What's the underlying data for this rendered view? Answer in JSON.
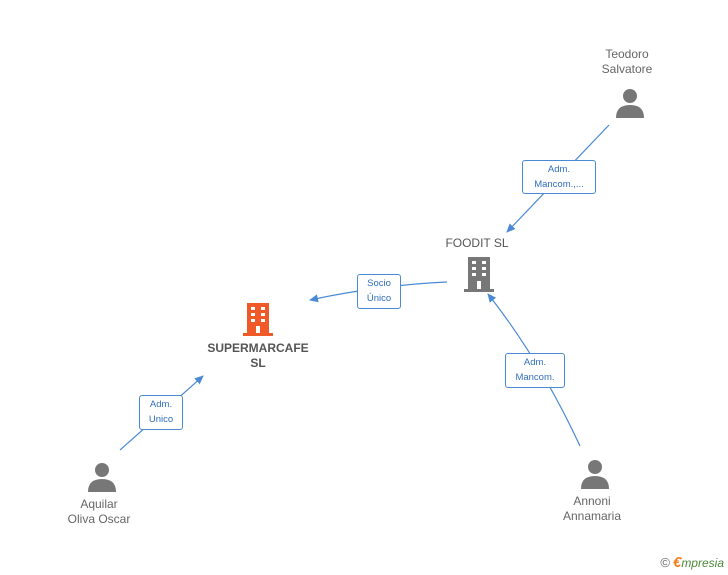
{
  "nodes": {
    "supermarcafe": {
      "label": "SUPERMARCAFE\nSL",
      "icon": "building-icon",
      "color": "#f05a28"
    },
    "foodit": {
      "label": "FOODIT SL",
      "icon": "building-icon",
      "color": "#777777"
    },
    "teodoro": {
      "label": "Teodoro\nSalvatore",
      "icon": "person-icon"
    },
    "aquilar": {
      "label": "Aquilar\nOliva Oscar",
      "icon": "person-icon"
    },
    "annoni": {
      "label": "Annoni\nAnnamaria",
      "icon": "person-icon"
    }
  },
  "edges": {
    "socio_unico": "Socio\nÚnico",
    "adm_mancom_teodoro": "Adm.\nMancom.,...",
    "adm_unico_aquilar": "Adm.\nUnico",
    "adm_mancom_annoni": "Adm.\nMancom."
  },
  "footer": {
    "copyright": "©",
    "brand_first": "€",
    "brand_rest": "mpresia"
  },
  "colors": {
    "edge": "#4a8ad4",
    "person": "#777777"
  }
}
